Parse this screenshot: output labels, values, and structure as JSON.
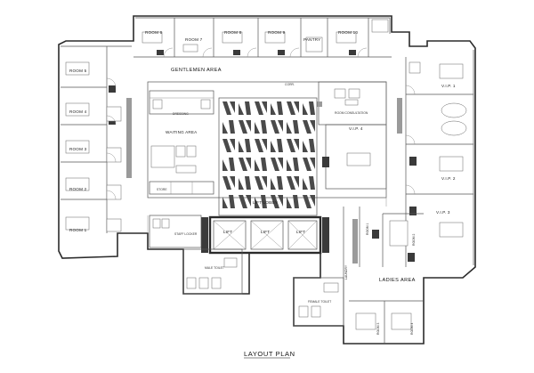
{
  "title": "LAYOUT PLAN",
  "areas": {
    "gentlemen": "GENTLEMEN AREA",
    "waiting": "WAITING AREA",
    "ladies": "LADIES AREA",
    "lift_lobby": "LIFT LOBBY"
  },
  "rooms_top": [
    "ROOM 6",
    "ROOM 7",
    "ROOM 8",
    "ROOM 9",
    "PANTRY",
    "ROOM 10"
  ],
  "rooms_left": [
    "ROOM 5",
    "ROOM 4",
    "ROOM 3",
    "ROOM 2",
    "ROOM 1"
  ],
  "vip": [
    "V.I.P. 1",
    "V.I.P. 2",
    "V.I.P. 3",
    "V.I.P. 4"
  ],
  "ladies_rooms": [
    "ROOM 1",
    "ROOM 2",
    "ROOM 3",
    "ROOM 4"
  ],
  "lifts": [
    "LIFT",
    "LIFT",
    "LIFT"
  ],
  "support": {
    "dressing": "DRESSING",
    "consultation": "ROOM CONSULTATION",
    "staff_locker": "STAFF LOCKER",
    "male_toilet": "MALE TOILET",
    "female_toilet": "FEMALE TOILET",
    "store": "STORE",
    "laundry": "LAUNDRY",
    "corridor": "CORR."
  }
}
